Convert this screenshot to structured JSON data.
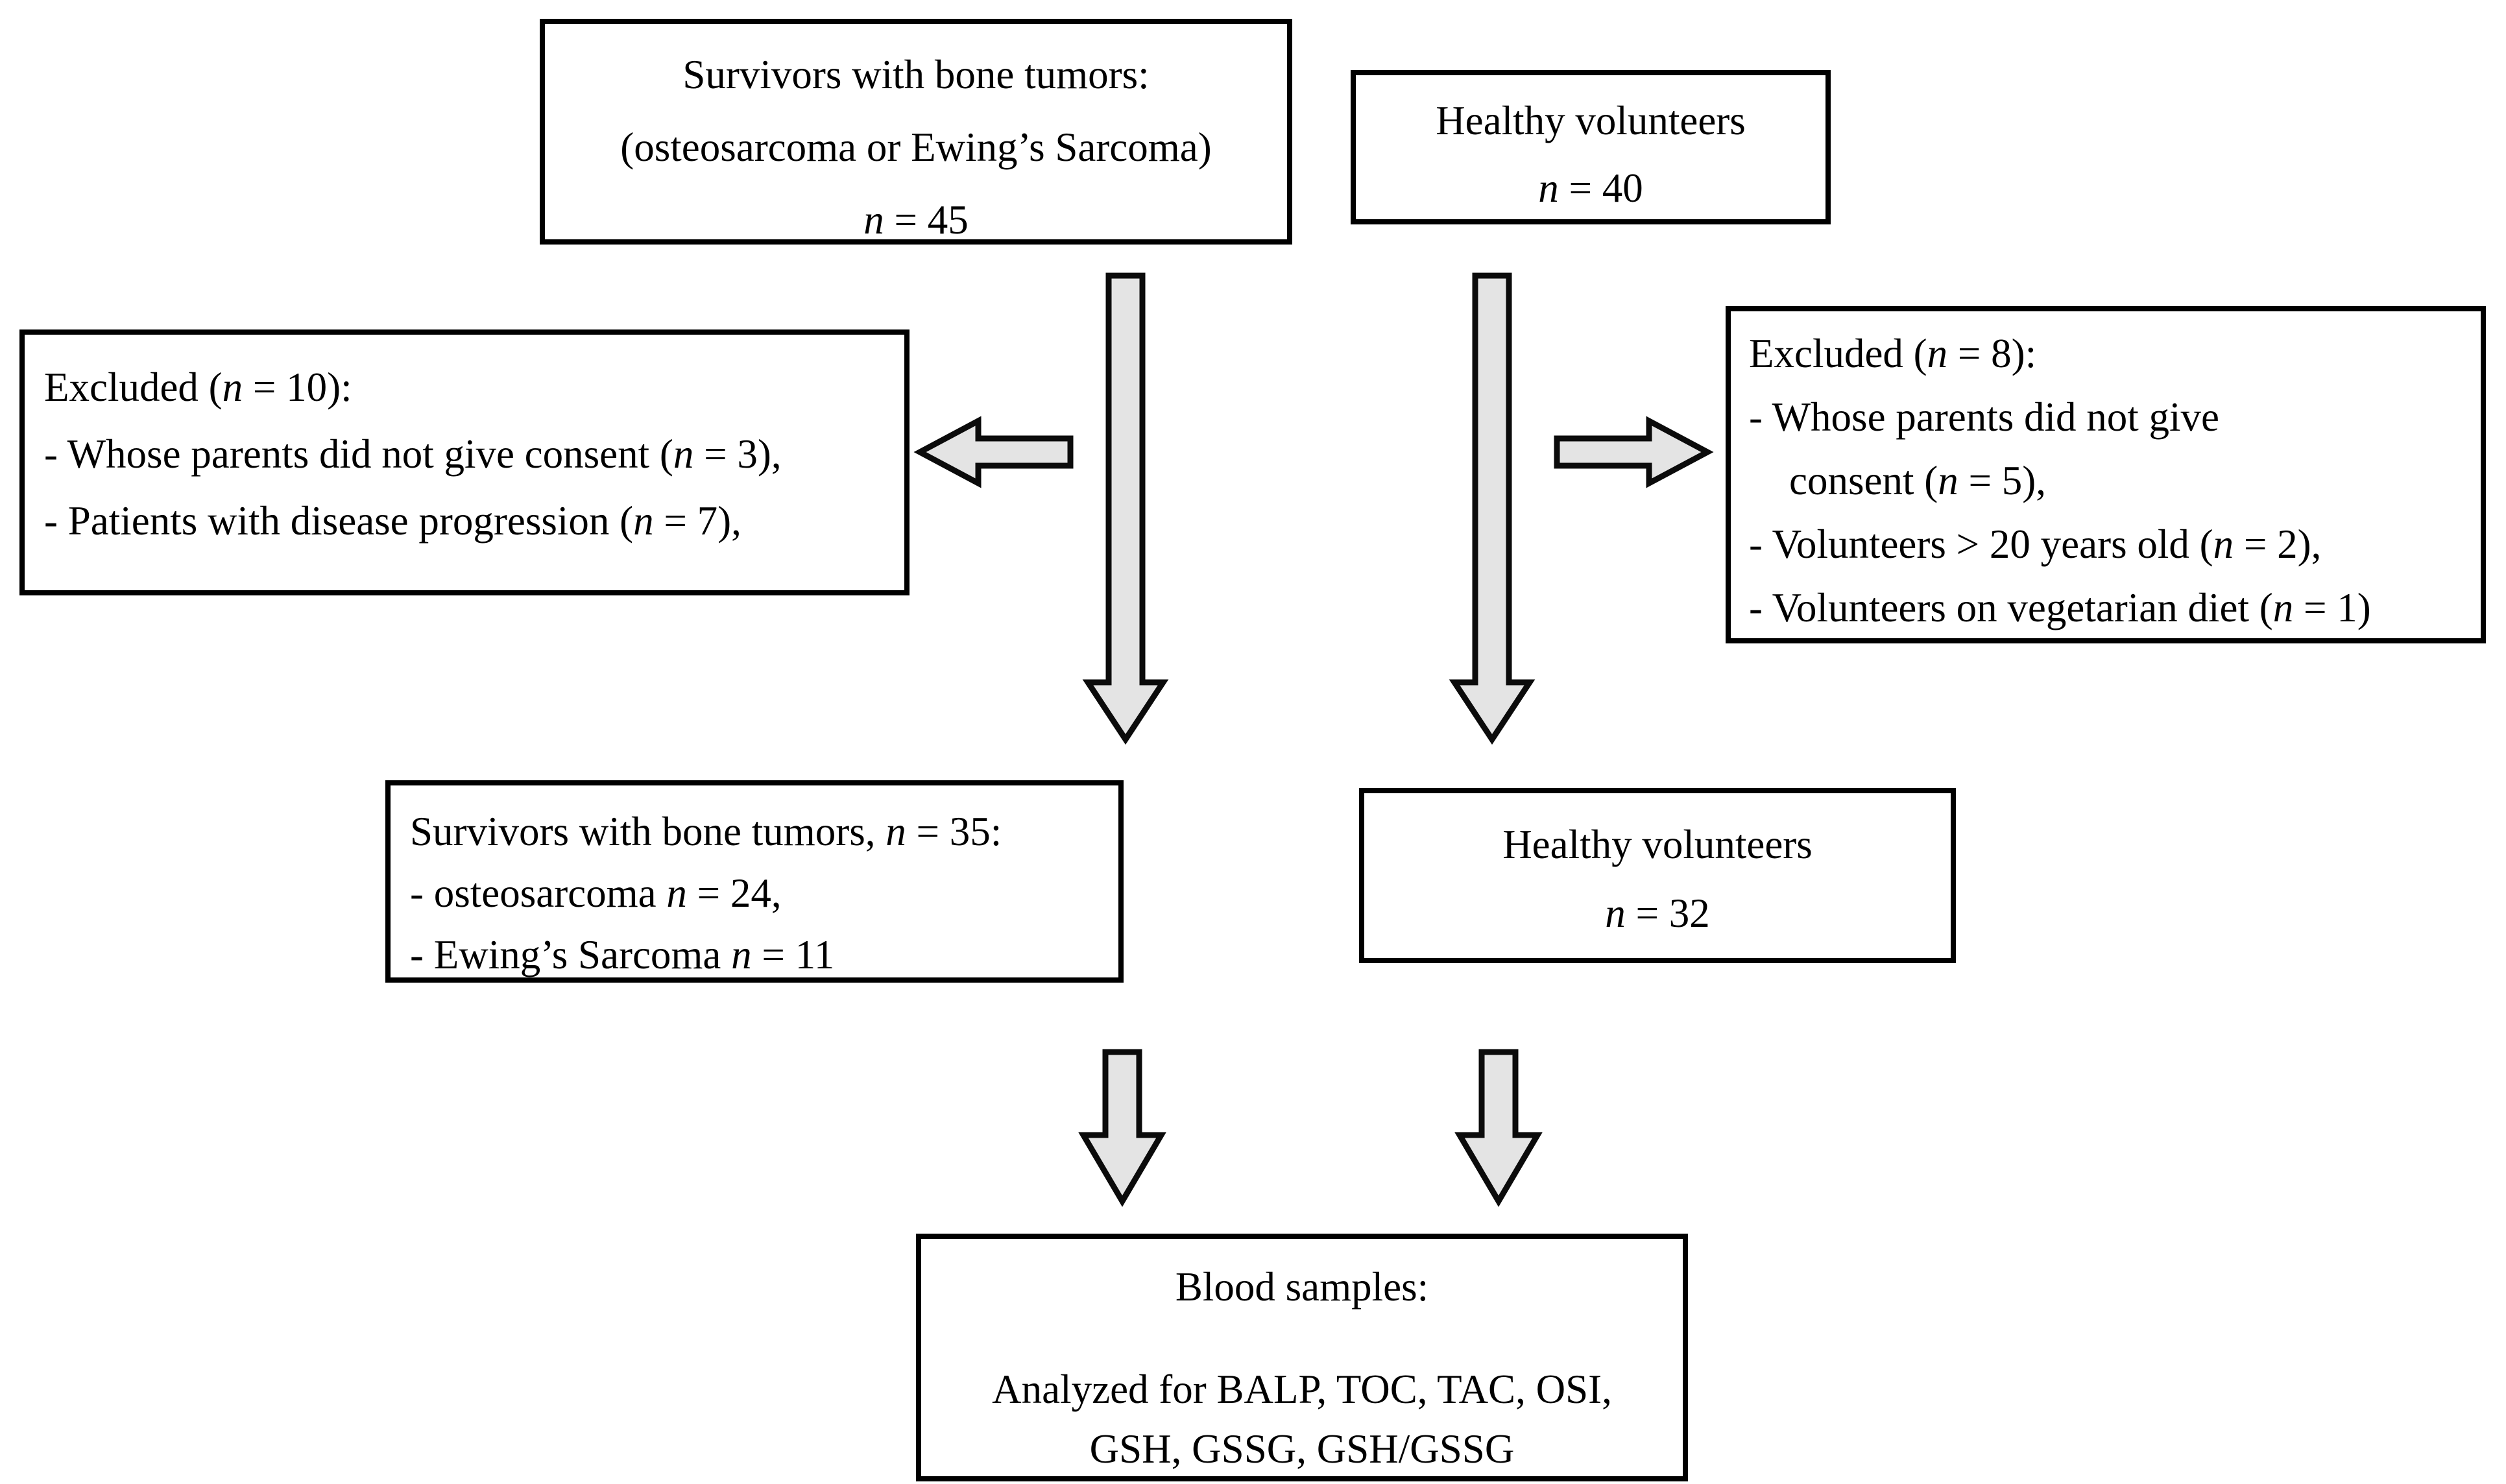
{
  "figure": {
    "background_color": "#ffffff",
    "box_border_color": "#000000",
    "text_color": "#000000",
    "arrow_fill_color": "#e4e4e4",
    "arrow_stroke_color": "#0b0b0b"
  },
  "boxes": {
    "top_left": {
      "lines": [
        "Survivors with bone tumors:",
        "(osteosarcoma or Ewing’s Sarcoma)",
        "n = 45"
      ]
    },
    "top_right": {
      "lines": [
        "Healthy volunteers",
        "n = 40"
      ]
    },
    "excluded_left": {
      "lines": [
        "Excluded (n = 10):",
        "- Whose parents did not give consent (n = 3),",
        "- Patients with disease progression (n = 7),"
      ]
    },
    "excluded_right": {
      "lines": [
        "Excluded (n = 8):",
        "- Whose parents did not give",
        "consent (n = 5),",
        "- Volunteers > 20 years old (n = 2),",
        "- Volunteers on vegetarian diet (n = 1)"
      ]
    },
    "mid_left": {
      "lines": [
        "Survivors with bone tumors, n = 35:",
        "- osteosarcoma n = 24,",
        "- Ewing’s Sarcoma n = 11"
      ]
    },
    "mid_right": {
      "lines": [
        "Healthy volunteers",
        "n = 32"
      ]
    },
    "bottom": {
      "lines": [
        "Blood samples:",
        "Analyzed for BALP, TOC, TAC, OSI,",
        "GSH, GSSG, GSH/GSSG"
      ]
    }
  }
}
